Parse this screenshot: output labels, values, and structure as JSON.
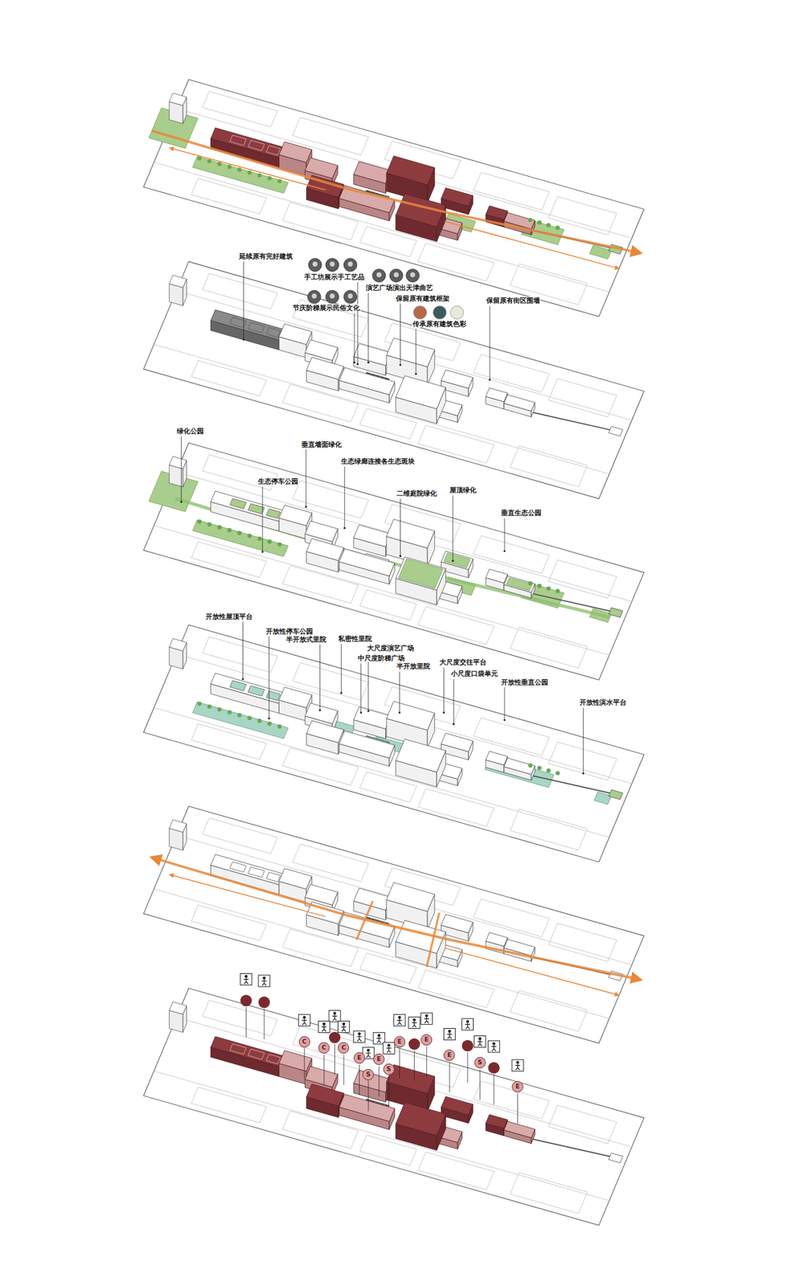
{
  "diagram": {
    "nodes": [
      {
        "text": [
          "C"
        ]
      },
      {
        "text": [
          "C"
        ]
      },
      {
        "text": [
          "C"
        ]
      },
      {
        "text": [
          "E"
        ]
      },
      {
        "text": [
          "E"
        ]
      },
      {
        "text": [
          "S"
        ]
      },
      {
        "text": [
          "S"
        ]
      },
      {
        "text": [
          "E"
        ]
      },
      {
        "text": [
          "E"
        ]
      },
      {
        "text": [
          "E"
        ]
      },
      {
        "text": [
          "S"
        ]
      },
      {
        "text": [
          "E"
        ]
      }
    ],
    "labels": [
      "延续原有完好建筑",
      "手工坊展示手工艺品",
      "演艺广场演出天津曲艺",
      "节庆阶梯展示民俗文化",
      "保留原有建筑框架",
      "传承原有建筑色彩",
      "保留原有街区围墙",
      "绿化公园",
      "垂直墙面绿化",
      "生态停车公园",
      "生态绿廊连接各生态斑块",
      "二维庭院绿化",
      "屋顶绿化",
      "垂直生态公园",
      "开放性屋顶平台",
      "开放性停车公园",
      "半开放式里院",
      "私密性里院",
      "大尺度演艺广场",
      "中尺度阶梯广场",
      "半开放里院",
      "大尺度交往平台",
      "小尺度口袋单元",
      "开放性垂直公园",
      "开放性滨水平台"
    ]
  }
}
